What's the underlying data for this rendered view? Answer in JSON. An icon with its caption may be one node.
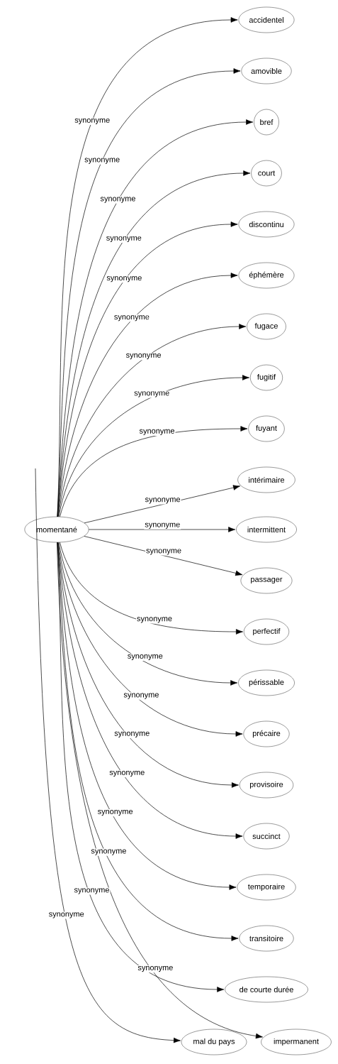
{
  "diagram": {
    "nodes": [
      {
        "text": [
          "momentané"
        ]
      },
      {
        "text": [
          "accidentel"
        ]
      },
      {
        "text": [
          "amovible"
        ]
      },
      {
        "text": [
          "bref"
        ]
      },
      {
        "text": [
          "court"
        ]
      },
      {
        "text": [
          "discontinu"
        ]
      },
      {
        "text": [
          "éphémère"
        ]
      },
      {
        "text": [
          "fugace"
        ]
      },
      {
        "text": [
          "fugitif"
        ]
      },
      {
        "text": [
          "fuyant"
        ]
      },
      {
        "text": [
          "intérimaire"
        ]
      },
      {
        "text": [
          "intermittent"
        ]
      },
      {
        "text": [
          "passager"
        ]
      },
      {
        "text": [
          "perfectif"
        ]
      },
      {
        "text": [
          "périssable"
        ]
      },
      {
        "text": [
          "précaire"
        ]
      },
      {
        "text": [
          "provisoire"
        ]
      },
      {
        "text": [
          "succinct"
        ]
      },
      {
        "text": [
          "temporaire"
        ]
      },
      {
        "text": [
          "transitoire"
        ]
      },
      {
        "text": [
          "de courte durée"
        ]
      },
      {
        "text": [
          "mal du pays"
        ]
      },
      {
        "text": [
          "impermanent"
        ]
      }
    ],
    "edges": [
      {
        "from": 0,
        "to": 1,
        "arrow": "to",
        "label": "synonyme"
      },
      {
        "from": 0,
        "to": 2,
        "arrow": "to",
        "label": "synonyme"
      },
      {
        "from": 0,
        "to": 3,
        "arrow": "to",
        "label": "synonyme"
      },
      {
        "from": 0,
        "to": 4,
        "arrow": "to",
        "label": "synonyme"
      },
      {
        "from": 0,
        "to": 5,
        "arrow": "to",
        "label": "synonyme"
      },
      {
        "from": 0,
        "to": 6,
        "arrow": "to",
        "label": "synonyme"
      },
      {
        "from": 0,
        "to": 7,
        "arrow": "to",
        "label": "synonyme"
      },
      {
        "from": 0,
        "to": 8,
        "arrow": "to",
        "label": "synonyme"
      },
      {
        "from": 0,
        "to": 9,
        "arrow": "to",
        "label": "synonyme"
      },
      {
        "from": 0,
        "to": 10,
        "arrow": "to",
        "label": "synonyme"
      },
      {
        "from": 0,
        "to": 11,
        "arrow": "to",
        "label": "synonyme"
      },
      {
        "from": 0,
        "to": 12,
        "arrow": "to",
        "label": "synonyme"
      },
      {
        "from": 0,
        "to": 13,
        "arrow": "to",
        "label": "synonyme"
      },
      {
        "from": 0,
        "to": 14,
        "arrow": "to",
        "label": "synonyme"
      },
      {
        "from": 0,
        "to": 15,
        "arrow": "to",
        "label": "synonyme"
      },
      {
        "from": 0,
        "to": 16,
        "arrow": "to",
        "label": "synonyme"
      },
      {
        "from": 0,
        "to": 17,
        "arrow": "to",
        "label": "synonyme"
      },
      {
        "from": 0,
        "to": 18,
        "arrow": "to",
        "label": "synonyme"
      },
      {
        "from": 0,
        "to": 19,
        "arrow": "to",
        "label": "synonyme"
      },
      {
        "from": 0,
        "to": 20,
        "arrow": "to",
        "label": "synonyme"
      },
      {
        "from": 0,
        "to": 22,
        "arrow": "to",
        "label": "synonyme"
      },
      {
        "from": null,
        "to": 21,
        "arrow": "to",
        "label": "synonyme"
      }
    ]
  }
}
